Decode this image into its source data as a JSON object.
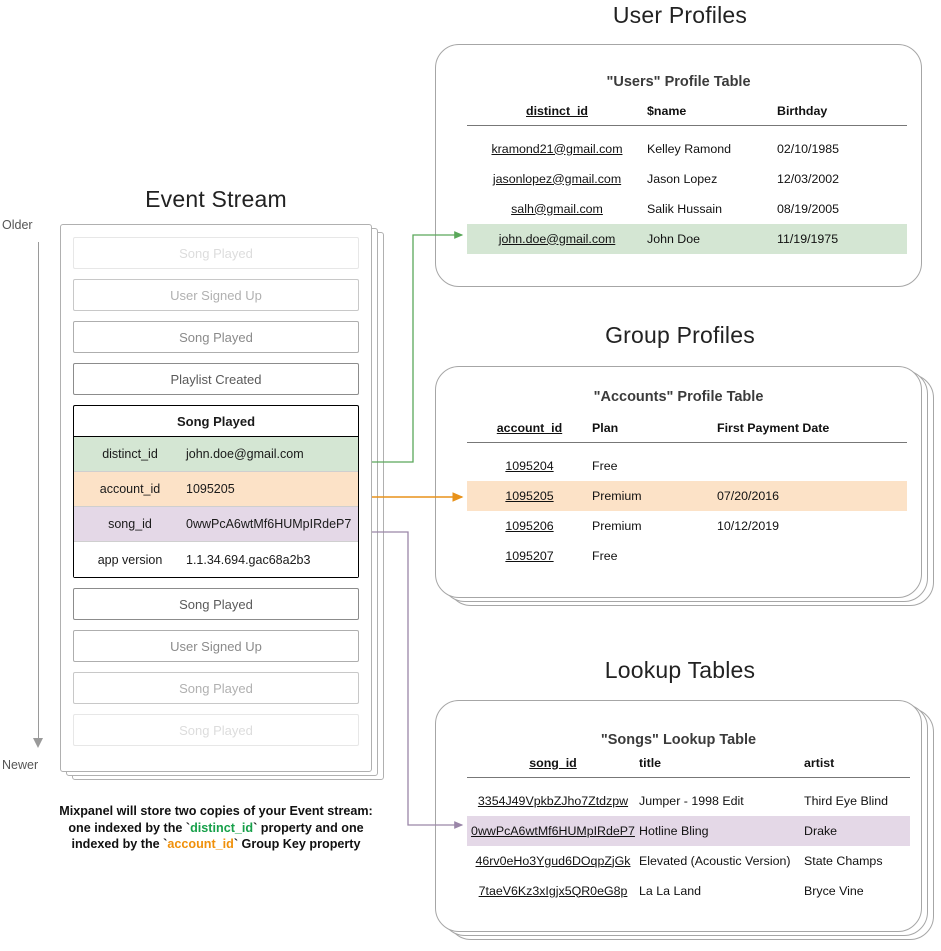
{
  "sections": {
    "event_stream": {
      "title": "Event Stream",
      "axis": {
        "older": "Older",
        "newer": "Newer"
      },
      "events_before": [
        {
          "label": "Song Played"
        },
        {
          "label": "User Signed Up"
        },
        {
          "label": "Song Played"
        },
        {
          "label": "Playlist Created"
        }
      ],
      "expanded_event": {
        "name": "Song Played",
        "properties": [
          {
            "key": "distinct_id",
            "value": "john.doe@gmail.com",
            "highlight": "green"
          },
          {
            "key": "account_id",
            "value": "1095205",
            "highlight": "orange"
          },
          {
            "key": "song_id",
            "value": "0wwPcA6wtMf6HUMpIRdeP7",
            "highlight": "purple"
          },
          {
            "key": "app version",
            "value": "1.1.34.694.gac68a2b3",
            "highlight": "none"
          }
        ]
      },
      "events_after": [
        {
          "label": "Song Played"
        },
        {
          "label": "User Signed Up"
        },
        {
          "label": "Song Played"
        },
        {
          "label": "Song Played"
        }
      ],
      "caption": {
        "line1": "Mixpanel will store two copies of your Event stream:",
        "line2_a": "one indexed by the `",
        "line2_token": "distinct_id",
        "line2_b": "` property and one",
        "line3_a": "indexed by the `",
        "line3_token": "account_id",
        "line3_b": "` Group Key property"
      }
    },
    "user_profiles": {
      "title": "User Profiles",
      "table_title": "\"Users\" Profile Table",
      "columns": [
        "distinct_id",
        "$name",
        "Birthday"
      ],
      "rows": [
        {
          "cells": [
            "kramond21@gmail.com",
            "Kelley Ramond",
            "02/10/1985"
          ],
          "highlight": "none"
        },
        {
          "cells": [
            "jasonlopez@gmail.com",
            "Jason Lopez",
            "12/03/2002"
          ],
          "highlight": "none"
        },
        {
          "cells": [
            "salh@gmail.com",
            "Salik Hussain",
            "08/19/2005"
          ],
          "highlight": "none"
        },
        {
          "cells": [
            "john.doe@gmail.com",
            "John Doe",
            "11/19/1975"
          ],
          "highlight": "green"
        }
      ]
    },
    "group_profiles": {
      "title": "Group Profiles",
      "table_title": "\"Accounts\" Profile Table",
      "columns": [
        "account_id",
        "Plan",
        "First Payment Date"
      ],
      "rows": [
        {
          "cells": [
            "1095204",
            "Free",
            ""
          ],
          "highlight": "none"
        },
        {
          "cells": [
            "1095205",
            "Premium",
            "07/20/2016"
          ],
          "highlight": "orange"
        },
        {
          "cells": [
            "1095206",
            "Premium",
            "10/12/2019"
          ],
          "highlight": "none"
        },
        {
          "cells": [
            "1095207",
            "Free",
            ""
          ],
          "highlight": "none"
        }
      ]
    },
    "lookup_tables": {
      "title": "Lookup Tables",
      "table_title": "\"Songs\" Lookup Table",
      "columns": [
        "song_id",
        "title",
        "artist"
      ],
      "rows": [
        {
          "cells": [
            "3354J49VpkbZJho7Ztdzpw",
            "Jumper - 1998 Edit",
            "Third Eye Blind"
          ],
          "highlight": "none"
        },
        {
          "cells": [
            "0wwPcA6wtMf6HUMpIRdeP7",
            "Hotline Bling",
            "Drake"
          ],
          "highlight": "purple"
        },
        {
          "cells": [
            "46rv0eHo3Ygud6DOqpZjGk",
            "Elevated (Acoustic Version)",
            "State Champs"
          ],
          "highlight": "none"
        },
        {
          "cells": [
            "7taeV6Kz3xIgjx5QR0eG8p",
            "La La Land",
            "Bryce Vine"
          ],
          "highlight": "none"
        }
      ]
    }
  },
  "colors": {
    "green_highlight": "#d4e6d3",
    "orange_highlight": "#fce2c7",
    "purple_highlight": "#e4d8e7",
    "green_arrow": "#5aa85a",
    "orange_arrow": "#e8921a",
    "purple_arrow": "#9a86a8",
    "card_border": "#a6a6a6"
  }
}
